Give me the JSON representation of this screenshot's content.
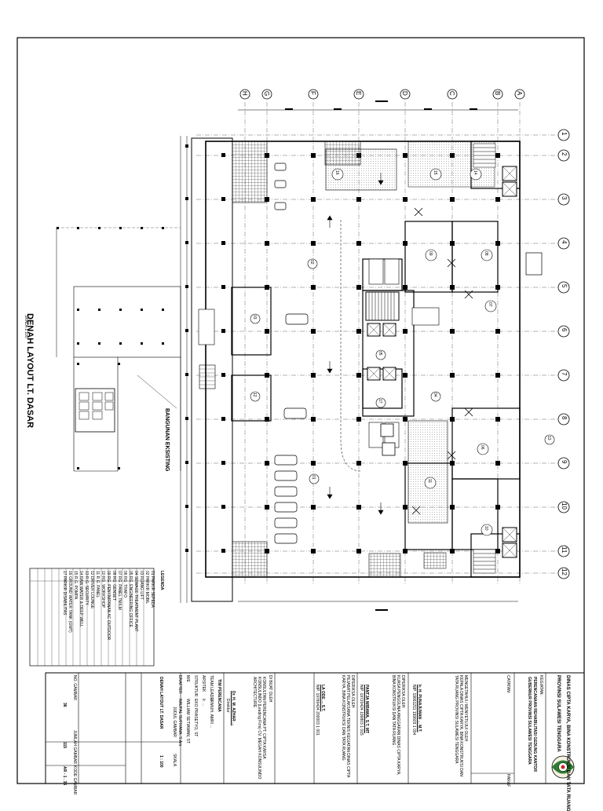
{
  "plan": {
    "title": "DENAH LAYOUT LT. DASAR",
    "scale_note": "SKALA 1:100",
    "existing_label": "BANGUNAN EKSISTING",
    "column_labels": [
      "A",
      "B",
      "C",
      "D",
      "E",
      "F",
      "G",
      "H"
    ],
    "row_labels": [
      "1",
      "2",
      "3",
      "4",
      "5",
      "6",
      "7",
      "8",
      "9",
      "10",
      "11",
      "12"
    ],
    "room_numbers": [
      "01",
      "02",
      "03",
      "04",
      "05",
      "06",
      "07",
      "08",
      "09",
      "10",
      "11",
      "12",
      "13",
      "14",
      "15",
      "16",
      "17"
    ]
  },
  "legend": {
    "title": "LEGENDA",
    "items": [
      "01  PARKIR SEPEDA",
      "02  PARKIR MOBIL",
      "03  RUANG LIFT",
      "04  SEWAGE TREATMENT PLANT",
      "05  RG. ENGINEERING OFFICE",
      "06  RG. TRAFO",
      "07  RG. PANEL TM/LM",
      "08  RG. GENSET",
      "09  RG. PENYIMPANAN AC OUTDOOR",
      "10  RG. WORKSHOP",
      "11  R.G. PANEL",
      "12  DRIVER LOUNGE",
      "13  R.G. SECURITY",
      "14  RAW WATER & DEEP WELL",
      "15  R.G. POMPA",
      "16  GROUND WATER TANK (GWT)",
      "17  PARKIR DISABILITAS"
    ]
  },
  "title_block": {
    "agency": "DINAS CIPTA KARYA, BINA KONSTRUKSI DAN TATA RUANG",
    "province": "PROVINSI SULAWESI TENGGARA",
    "activity_label": "KEGIATAN :",
    "activity": "PERENCANAAN REHABILITASI GEDUNG KANTOR GUBERNUR PROVINSI SULAWESI TENGGARA",
    "notes_label": "CATATAN",
    "paraf_label": "PARAF",
    "approved_label": "MENGETAHUI / MENYETUJUI OLEH",
    "approved_role": "KEPALA DINAS CIPTA KARYA, BINA KONSTRUKSI DAN TATA RUANG PROVINSI SULAWESI TENGGARA",
    "approved_name": "Ir. H. PUNAJUMAN ... M.T.",
    "approved_nip": "NIP. 19661211 199603 1 004",
    "checked_label": "DIPERIKSA OLEH",
    "checked_role": "KUASA PENGGUNA ANGGARAN DINAS CIPTA KARYA, BINA KONSTRUKSI DAN TATA RUANG",
    "checked_name": "PANTJA WIBAWA, S.T. MT",
    "checked_nip": "NIP. 19720424 199803 1 015",
    "pptk_label": "DIPERIKSA OLEH",
    "pptk_role": "PEJABAT PELAKSANA TEKNIS KEGIATAN DINAS CIPTA KARYA, BINA KONSTRUKSI DAN TATA RUANG",
    "pptk_name": "LA ODE ... S.T.",
    "pptk_nip": "NIP. 19780424 200003 1 001",
    "made_label": "DI BUAT OLEH",
    "consultant": "KONSULTAN PERENCANA PT. CIPTA KARSA KONSULINDO (Leading Firm) CV. MEGAH KONSULINDO ARCHITECTURE",
    "director_name": "Dr. H. M. AZHAR ...",
    "director_role": "Direktur",
    "team_label": "TIM PERENCANA",
    "team": [
      [
        "TEAM LEADER",
        "Ir. MUH. AMRI ..."
      ],
      [
        "ARSITEK",
        "Ir. ..."
      ],
      [
        "STRUKTUR",
        "EKO PRASETYO, ST"
      ],
      [
        "M/E",
        "WILLIAM SETIAWAN, ST"
      ],
      [
        "DRAFTER",
        "NAUFAL SUFIYANA, S.Ars"
      ]
    ],
    "drawing_title_label": "JUDUL GAMBAR",
    "drawing_title": "DENAH LAYOUT LT. DASAR",
    "scale_label": "SKALA",
    "scale": "1 : 100",
    "sheet_no_label": "NO. GAMBAR",
    "sheet_no": "36",
    "total_label": "JUMLAH GAMBAR",
    "total": "115",
    "code_label": "KODE GAMBAR",
    "code": "AR - 1 . 36"
  }
}
